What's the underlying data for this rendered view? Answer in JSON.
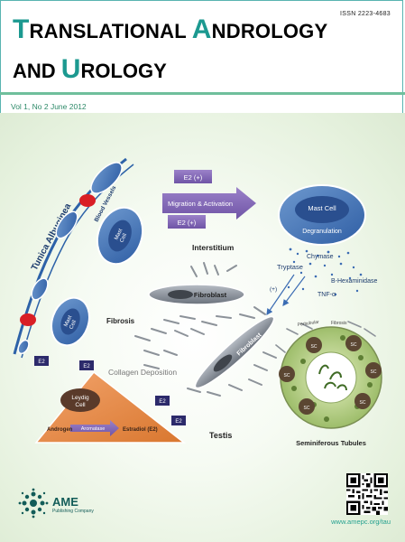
{
  "header": {
    "issn": "ISSN 2223-4683",
    "title_line1_parts": [
      "T",
      "RANSLATIONAL ",
      "A",
      "NDROLOGY"
    ],
    "title_line2_parts": [
      "AND ",
      "U",
      "ROLOGY"
    ],
    "volume": "Vol 1, No 2 June 2012"
  },
  "illustration": {
    "tunica_albuginea": "Tunica Albuginea",
    "blood_vessels": "Blood Vessels",
    "mast_cell_small": "Mast\nCell",
    "e2_plus_top": "E2 (+)",
    "migration_activation": "Migration & Activation",
    "e2_plus_bottom": "E2 (+)",
    "mast_cell_large": "Mast Cell",
    "degranulation": "Degranulation",
    "interstitium": "Interstitium",
    "chymase": "Chymase",
    "tryptase": "Tryptase",
    "b_hexaminidase": "B-Hexaminidase",
    "tnf_alpha": "TNF-α",
    "plus_sign": "(+)",
    "fibroblast": "Fibroblast",
    "fibrosis": "Fibrosis",
    "peritubular_fibroblasts": [
      "Peritubular",
      "Fibrosis"
    ],
    "e2": "E2",
    "collagen_deposition": "Collagen Deposition",
    "leydig_cell": [
      "Leydig",
      "Cell"
    ],
    "androgen": "Androgen",
    "aromatase": "Aromatase",
    "estradiol": "Estradiol (E2)",
    "testis": "Testis",
    "sc": "SC",
    "seminiferous_tubules": "Seminiferous Tubules"
  },
  "footer": {
    "publisher_name": "AME",
    "publisher_sub": "Publishing Company",
    "url": "www.amepc.org/tau"
  }
}
